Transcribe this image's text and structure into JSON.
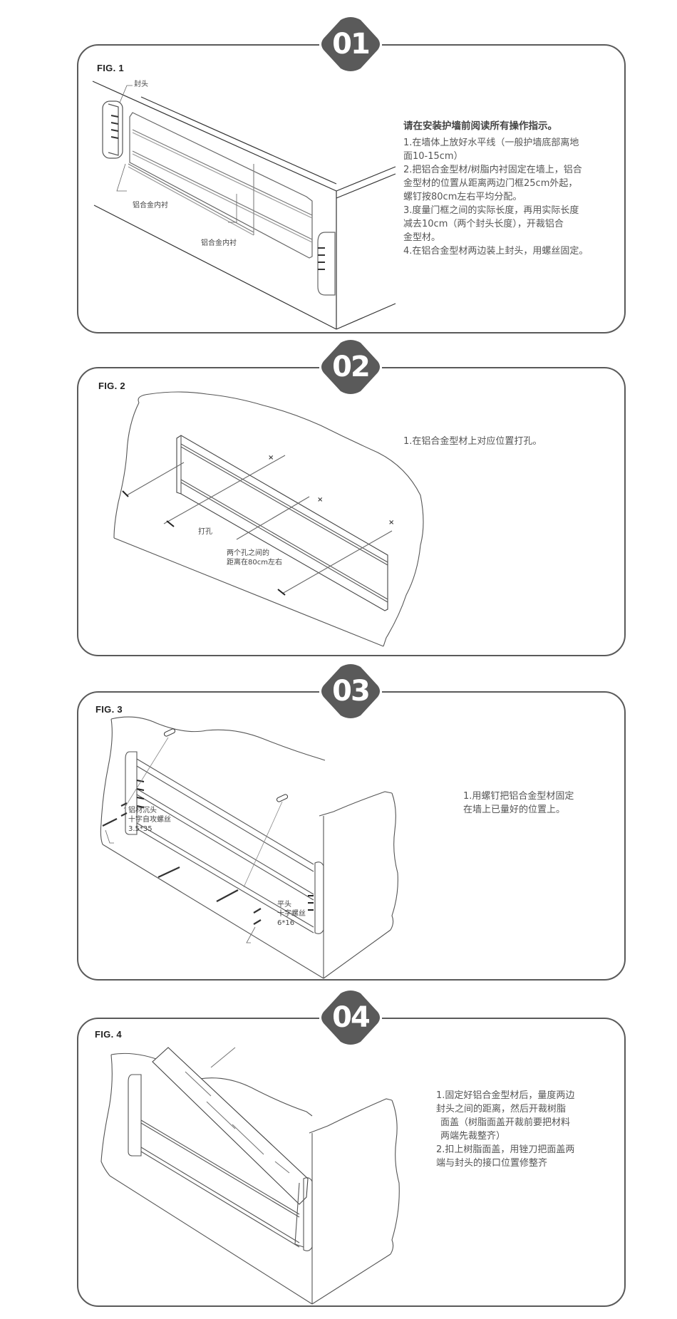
{
  "steps": [
    {
      "number": "01",
      "figure": "FIG. 1",
      "callouts": {
        "end_cap": "封头",
        "aluminum_liner_left": "铝合金内衬",
        "aluminum_liner_right": "铝合金内衬"
      },
      "instructions": {
        "heading": "请在安装护墙前阅读所有操作指示。",
        "items": [
          {
            "line1": "1.在墙体上放好水平线（一般护墙底部离地",
            "line2": "面10-15cm）",
            "line3": ""
          },
          {
            "line1": "2.把铝合金型材/树脂内衬固定在墙上，铝合",
            "line2": "金型材的位置从距离两边门框25cm外起，",
            "line3": "螺钉按80cm左右平均分配。"
          },
          {
            "line1": "3.度量门框之间的实际长度，再用实际长度",
            "line2": "减去10cm（两个封头长度），开裁铝合",
            "line3": "金型材。"
          },
          {
            "line1": "4.在铝合金型材两边装上封头，用螺丝固定。",
            "line2": "",
            "line3": ""
          }
        ]
      }
    },
    {
      "number": "02",
      "figure": "FIG. 2",
      "callouts": {
        "drill_hole": "打孔",
        "hole_spacing_line1": "两个孔之间的",
        "hole_spacing_line2": "距离在80cm左右",
        "hole_mark": "×"
      },
      "instructions": {
        "items": [
          {
            "line1": "1.在铝合金型材上对应位置打孔。"
          }
        ]
      }
    },
    {
      "number": "03",
      "figure": "FIG.  3",
      "callouts": {
        "screw_a_line1": "铝材沉头",
        "screw_a_line2": "十字自攻螺丝",
        "screw_a_line3": "3.5*35",
        "screw_b_line1": "平头",
        "screw_b_line2": "十字螺丝",
        "screw_b_line3": "6*16"
      },
      "instructions": {
        "items": [
          {
            "line1": "1.用螺钉把铝合金型材固定",
            "line2": "在墙上已量好的位置上。"
          }
        ]
      }
    },
    {
      "number": "04",
      "figure": "FIG.  4",
      "callouts": {},
      "instructions": {
        "items": [
          {
            "line1": "1.固定好铝合金型材后，量度两边",
            "line2": "封头之间的距离，然后开裁树脂",
            "line3": "面盖（树脂面盖开裁前要把材料",
            "line4": "两端先裁整齐）"
          },
          {
            "line1": "2.扣上树脂面盖，用锉刀把面盖两",
            "line2": "端与封头的接口位置修整齐"
          }
        ]
      }
    }
  ],
  "colors": {
    "badge": "#5a5a5a",
    "border": "#5a5a5a",
    "text": "#555555",
    "line_art": "#444444"
  }
}
